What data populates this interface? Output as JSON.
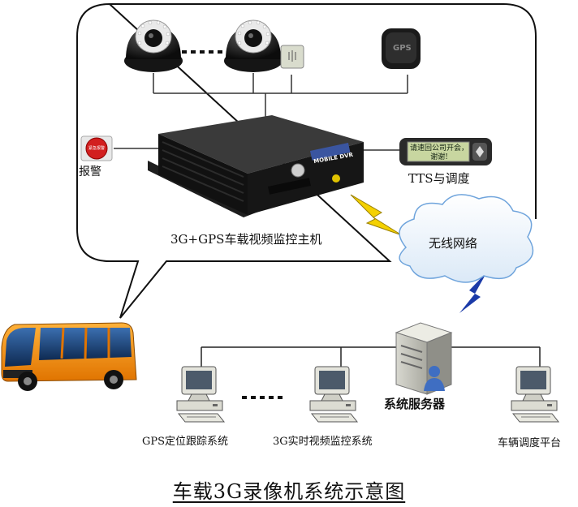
{
  "diagram": {
    "title": "车载3G录像机系统示意图",
    "nodes": {
      "alarm": {
        "label": "报警",
        "button_text": "紧急报警"
      },
      "tts": {
        "label": "TTS与调度",
        "screen_text": "请速回公司开会，谢谢!"
      },
      "host": {
        "label": "3G+GPS车载视频监控主机",
        "device_text": "MOBILE DVR"
      },
      "gps_antenna": {
        "text": "GPS"
      },
      "network": {
        "label": "无线网络"
      },
      "server": {
        "label": "系统服务器"
      },
      "client_gps": {
        "label": "GPS定位跟踪系统"
      },
      "client_video": {
        "label": "3G实时视频监控系统"
      },
      "client_dispatch": {
        "label": "车辆调度平台"
      }
    }
  }
}
